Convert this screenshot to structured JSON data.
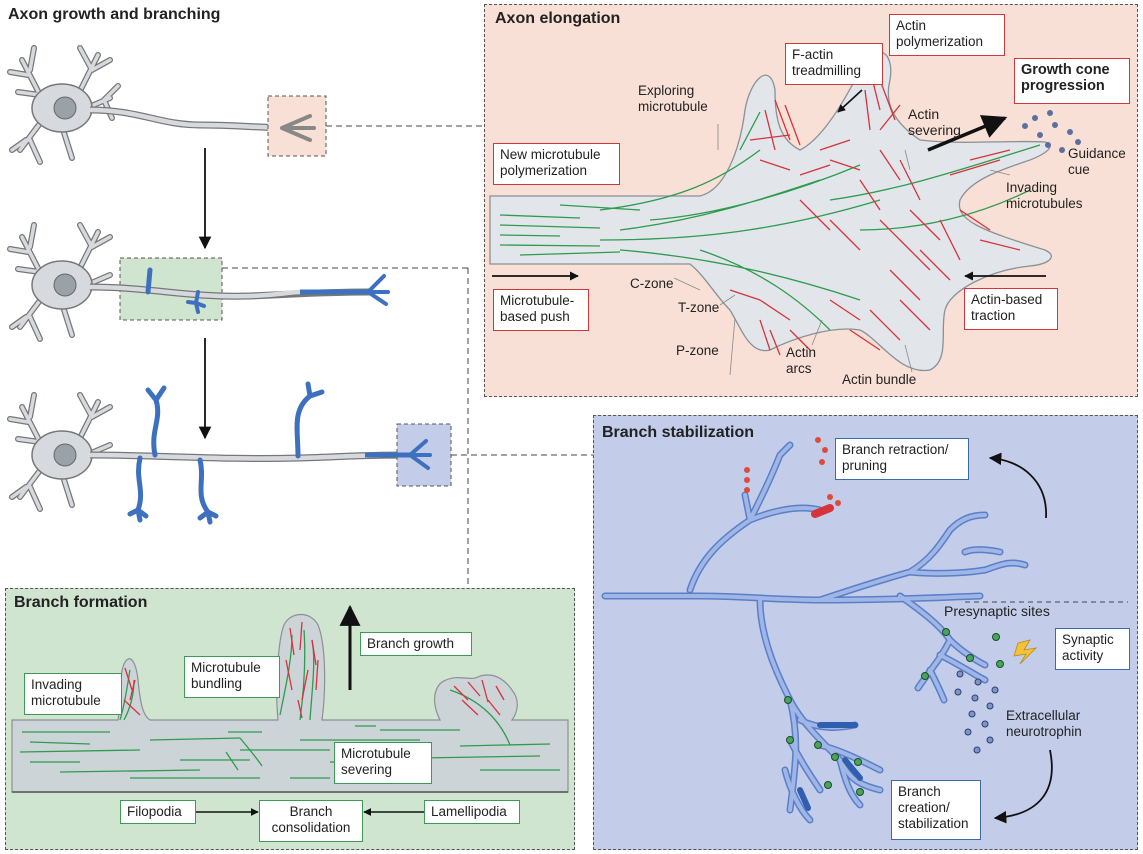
{
  "titles": {
    "main": "Axon growth and branching",
    "elongation": "Axon elongation",
    "formation": "Branch formation",
    "stabilization": "Branch stabilization"
  },
  "elongation": {
    "f_actin": "F-actin\ntreadmilling",
    "actin_poly": "Actin\npolymerization",
    "growth_cone": "Growth cone\nprogression",
    "exploring": "Exploring\nmicrotubule",
    "actin_severing": "Actin\nsevering",
    "new_mt": "New microtubule\npolymerization",
    "guidance": "Guidance\ncue",
    "invading": "Invading\nmicrotubules",
    "mt_push": "Microtubule-\nbased push",
    "c_zone": "C-zone",
    "t_zone": "T-zone",
    "p_zone": "P-zone",
    "actin_arcs": "Actin\narcs",
    "actin_bundle": "Actin bundle",
    "actin_traction": "Actin-based\ntraction"
  },
  "formation": {
    "invading_mt": "Invading\nmicrotubule",
    "mt_bundling": "Microtubule\nbundling",
    "branch_growth": "Branch growth",
    "mt_severing": "Microtubule\nsevering",
    "filopodia": "Filopodia",
    "consolidation": "Branch\nconsolidation",
    "lamellipodia": "Lamellipodia"
  },
  "stabilization": {
    "retraction": "Branch retraction/\npruning",
    "presynaptic": "Presynaptic sites",
    "synaptic": "Synaptic\nactivity",
    "neurotrophin": "Extracellular\nneurotrophin",
    "creation": "Branch\ncreation/\nstabilization"
  },
  "colors": {
    "elongation_bg": "#f9e0d6",
    "formation_bg": "#cfe5cf",
    "stabilization_bg": "#c3cdea",
    "actin": "#d8323a",
    "microtubule": "#2e9b4e",
    "axon_blue": "#3e70c0"
  }
}
